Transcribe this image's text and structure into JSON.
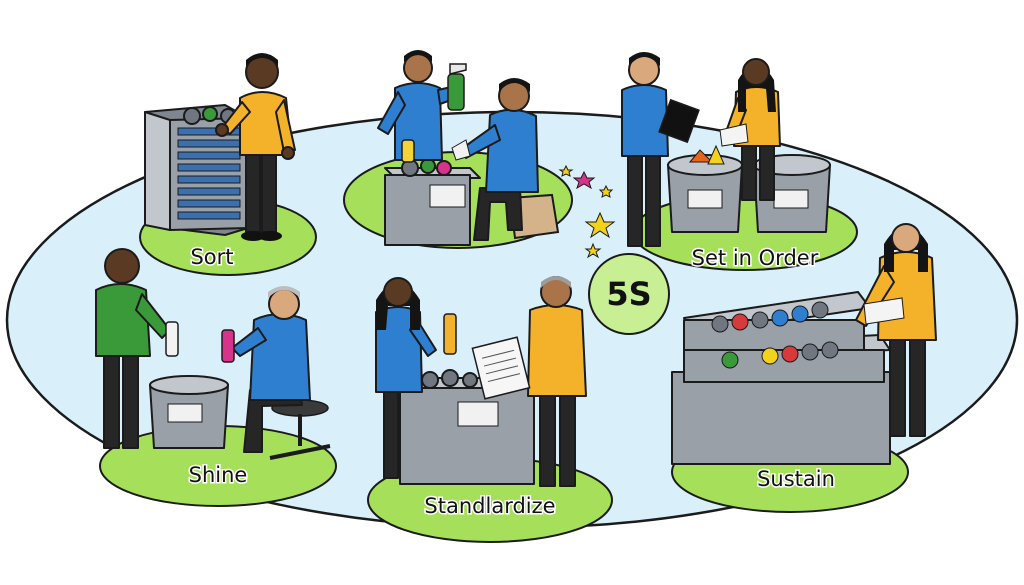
{
  "center": {
    "label": "5S"
  },
  "stations": [
    {
      "label": "Sort"
    },
    {
      "label": "Set in Order"
    },
    {
      "label": "Shine"
    },
    {
      "label": "Standlardize"
    },
    {
      "label": "Sustain"
    }
  ],
  "colors": {
    "ellipse_fill": "#d9f0fb",
    "ellipse_stroke": "#1b1b1b",
    "pad_green": "#a6e05a",
    "pad_green_light": "#c9ef95",
    "shirt_blue": "#2f7fd0",
    "shirt_yellow": "#f4b12a",
    "shirt_green": "#3a9a3a",
    "bin_gray": "#9aa0a8"
  },
  "icons": [
    "sparkle-star-icon",
    "spray-bottle-icon",
    "clipboard-icon",
    "paper-sheet-icon"
  ]
}
